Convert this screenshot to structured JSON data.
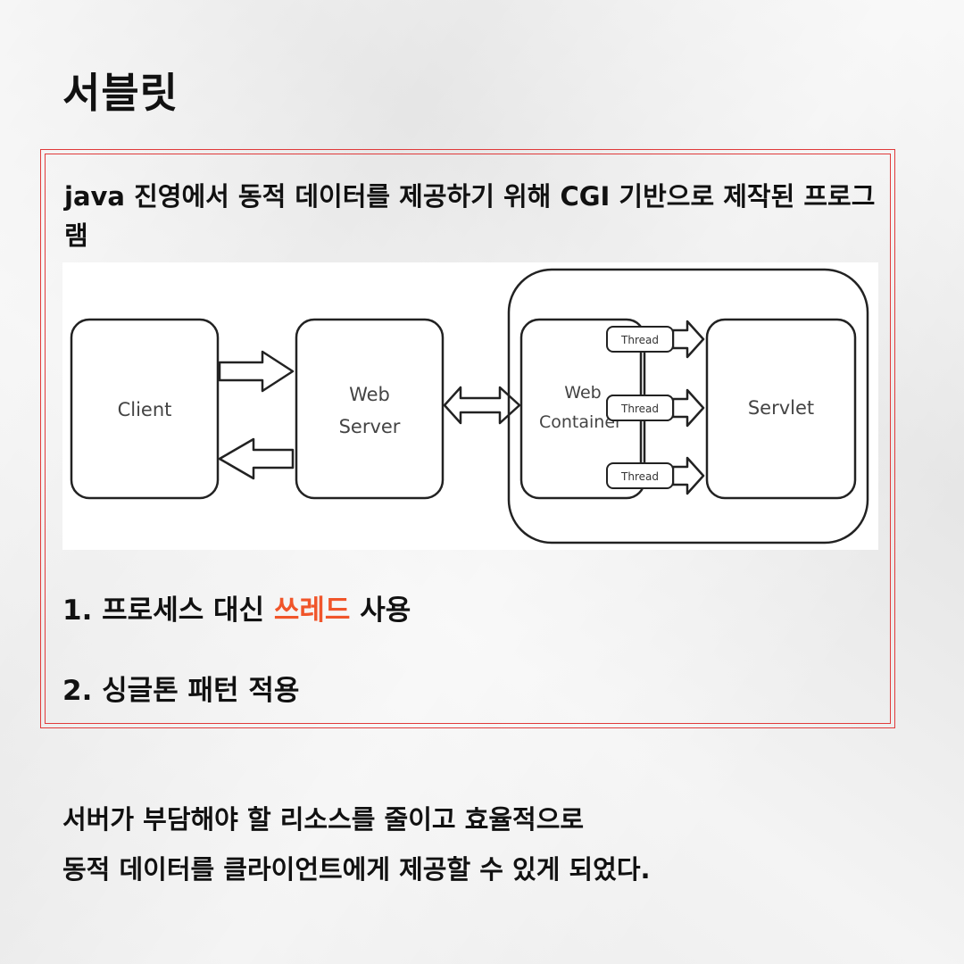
{
  "title": "서블릿",
  "intro": "java 진영에서 동적 데이터를 제공하기 위해 CGI 기반으로 제작된 프로그램",
  "diagram": {
    "client": "Client",
    "web_server_line1": "Web",
    "web_server_line2": "Server",
    "web_container_line1": "Web",
    "web_container_line2": "Container",
    "servlet": "Servlet",
    "thread_labels": [
      "Thread",
      "Thread",
      "Thread"
    ]
  },
  "points": [
    {
      "number": "1.",
      "before": "프로세스 대신",
      "highlight": "쓰레드",
      "after": "사용"
    },
    {
      "number": "2.",
      "text": "싱글톤 패턴 적용"
    }
  ],
  "summary": {
    "line1": "서버가 부담해야 할 리소스를 줄이고 효율적으로",
    "line2": "동적 데이터를 클라이언트에게 제공할 수 있게 되었다."
  },
  "colors": {
    "frame": "#e03a3a",
    "highlight": "#f0552a"
  }
}
